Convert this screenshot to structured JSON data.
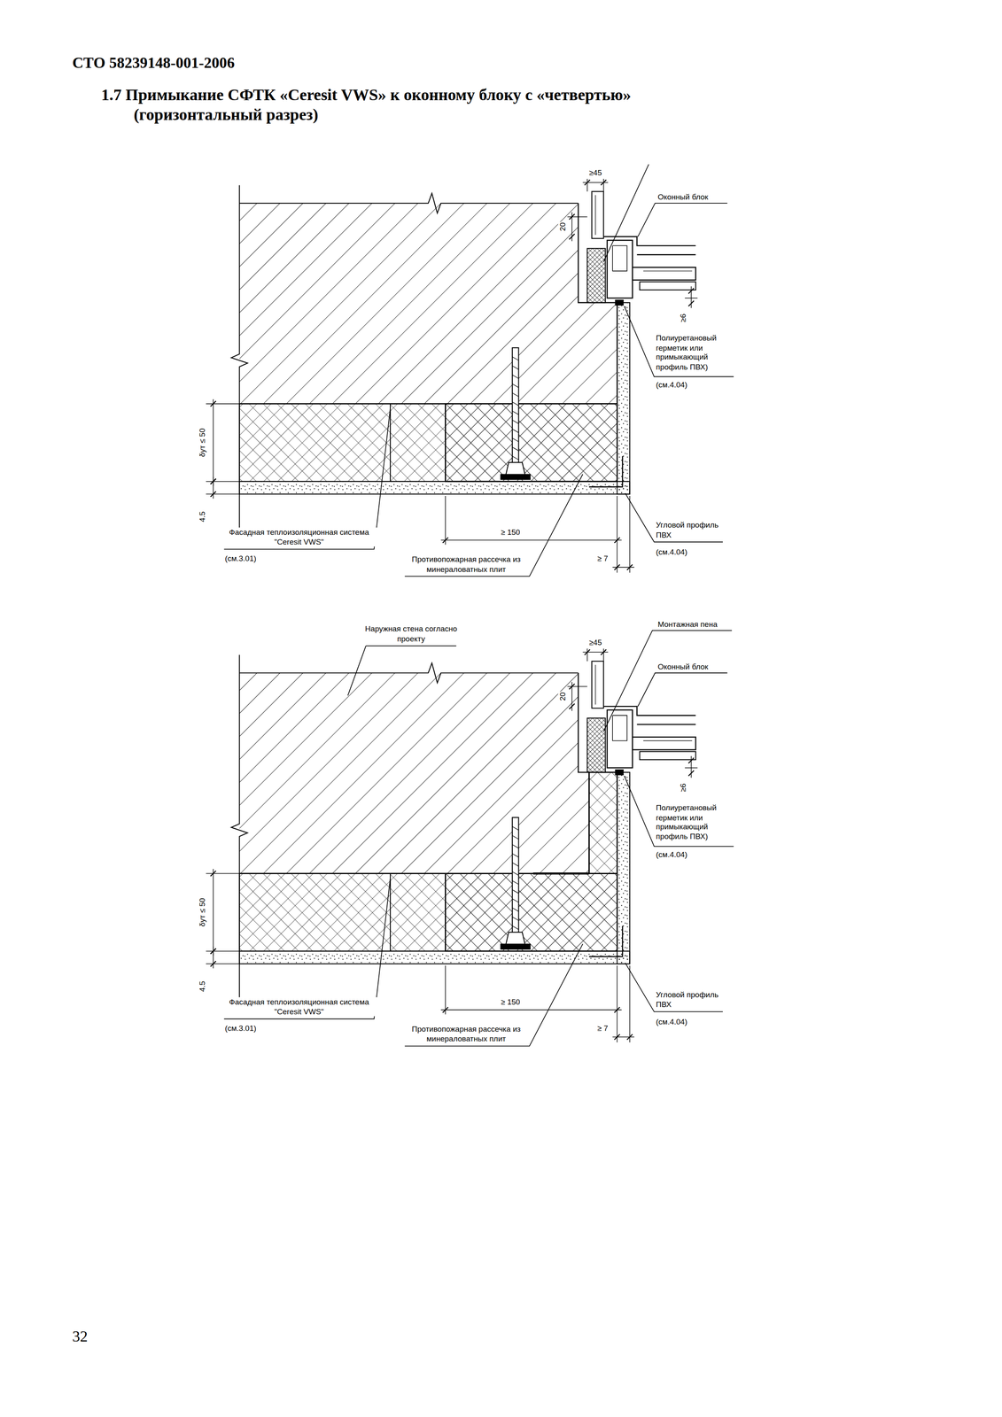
{
  "diagram": {
    "title": "1.7 Примыкание СФТК «Ceresit VWS» к оконному блоку с «четвертью» (горизонтальный разрез)",
    "labels": [
      "СТО 58239148-001-2006",
      "≥45",
      "Оконный блок",
      "20",
      "≥6",
      "Полиуретановый герметик или примыкающий профиль ПВХ)",
      "(см.4.04)",
      "δут ≤ 50",
      "4.5",
      "≥ 150",
      "Угловой профиль ПВХ",
      "(см.4.04)",
      "Фасадная теплоизоляционная система \"Ceresit VWS\"",
      "(см.3.01)",
      "Противопожарная рассечка из минераловатных плит",
      "≥ 7",
      "Наружная стена согласно проекту",
      "Монтажная пена",
      "≥45",
      "Оконный блок",
      "20",
      "≥6",
      "Полиуретановый герметик или примыкающий профиль ПВХ)",
      "(см.4.04)",
      "δут ≤ 50",
      "4.5",
      "≥ 150",
      "Угловой профиль ПВХ",
      "(см.4.04)",
      "Фасадная теплоизоляционная система \"Ceresit VWS\"",
      "(см.3.01)",
      "Противопожарная рассечка из минераловатных плит",
      "≥ 7",
      "32"
    ]
  }
}
